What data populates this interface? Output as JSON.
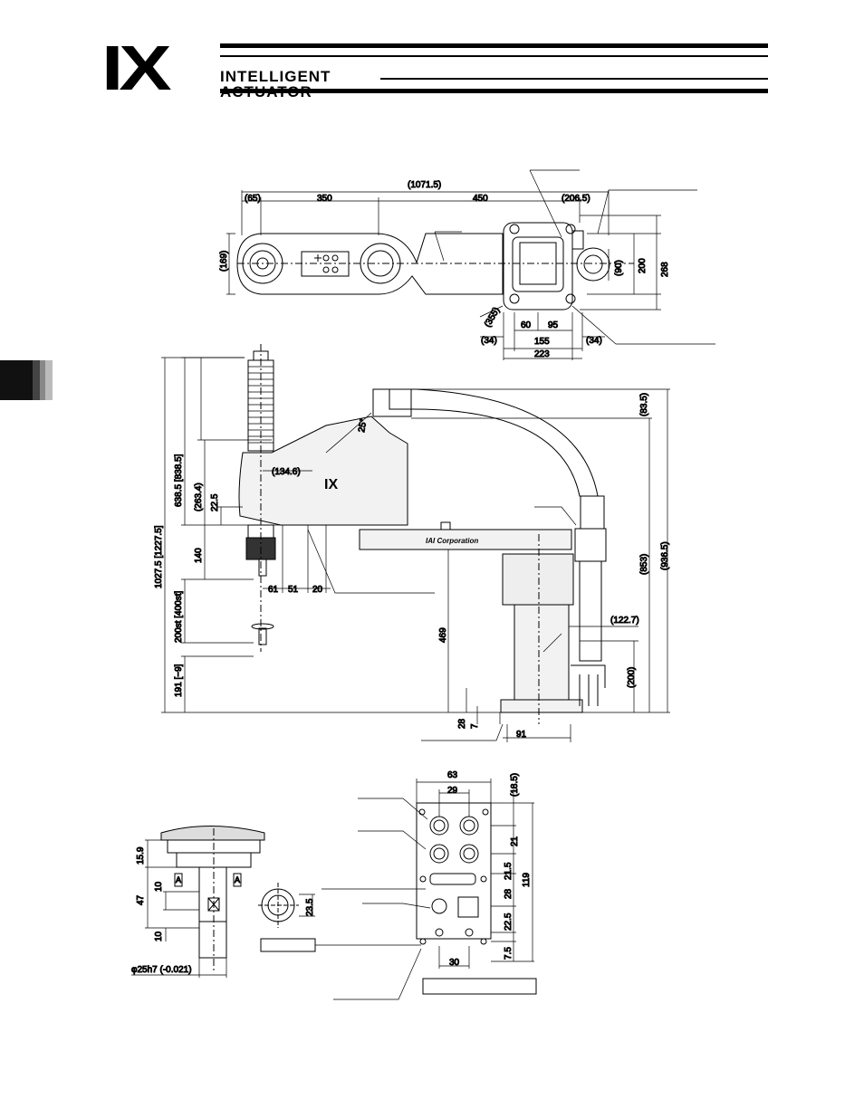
{
  "header": {
    "logo_mark": "IX",
    "logo_line1": "INTELLIGENT",
    "logo_line2": "ACTUATOR"
  },
  "top_view": {
    "dims": [
      "(1071.5)",
      "(65)",
      "350",
      "450",
      "(206.5)",
      "(169)",
      "(90)",
      "200",
      "268",
      "(355)",
      "60",
      "95",
      "(34)",
      "155",
      "(34)",
      "223"
    ]
  },
  "side_view": {
    "dims": [
      "1027.5 [1227.5]",
      "638.5 [838.5]",
      "(263.4)",
      "22.5",
      "140",
      "200st [400st]",
      "191 [−9]",
      "(134.6)",
      "25°",
      "61",
      "51",
      "20",
      "(83.5)",
      "(853)",
      "(936.5)",
      "(122.7)",
      "(200)",
      "469",
      "28",
      "7",
      "91"
    ],
    "arm_logo": "IX",
    "arm_brand": "IAI Corporation"
  },
  "shaft_detail": {
    "dims": [
      "15.9",
      "47",
      "10",
      "10",
      "23.5",
      "φ25h7 (-0.021)"
    ],
    "section_mark": "A"
  },
  "connector_panel": {
    "dims": [
      "63",
      "29",
      "(18.5)",
      "21",
      "21.5",
      "28",
      "22.5",
      "7.5",
      "119",
      "30"
    ]
  }
}
